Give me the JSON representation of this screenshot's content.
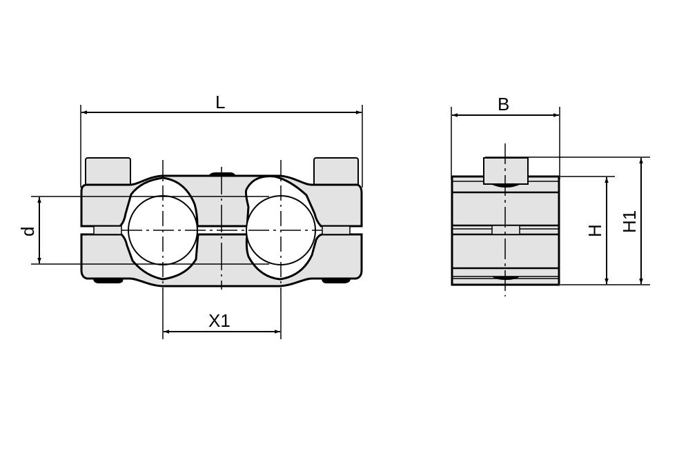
{
  "drawing": {
    "type": "technical-dimension-drawing",
    "subject": "twin pipe clamp connector",
    "fill_color": "#e3e3e3",
    "line_color": "#000000",
    "front_view": {
      "dimensions": {
        "L": "L",
        "d": "d",
        "X1": "X1"
      }
    },
    "side_view": {
      "dimensions": {
        "B": "B",
        "H": "H",
        "H1": "H1"
      }
    }
  }
}
